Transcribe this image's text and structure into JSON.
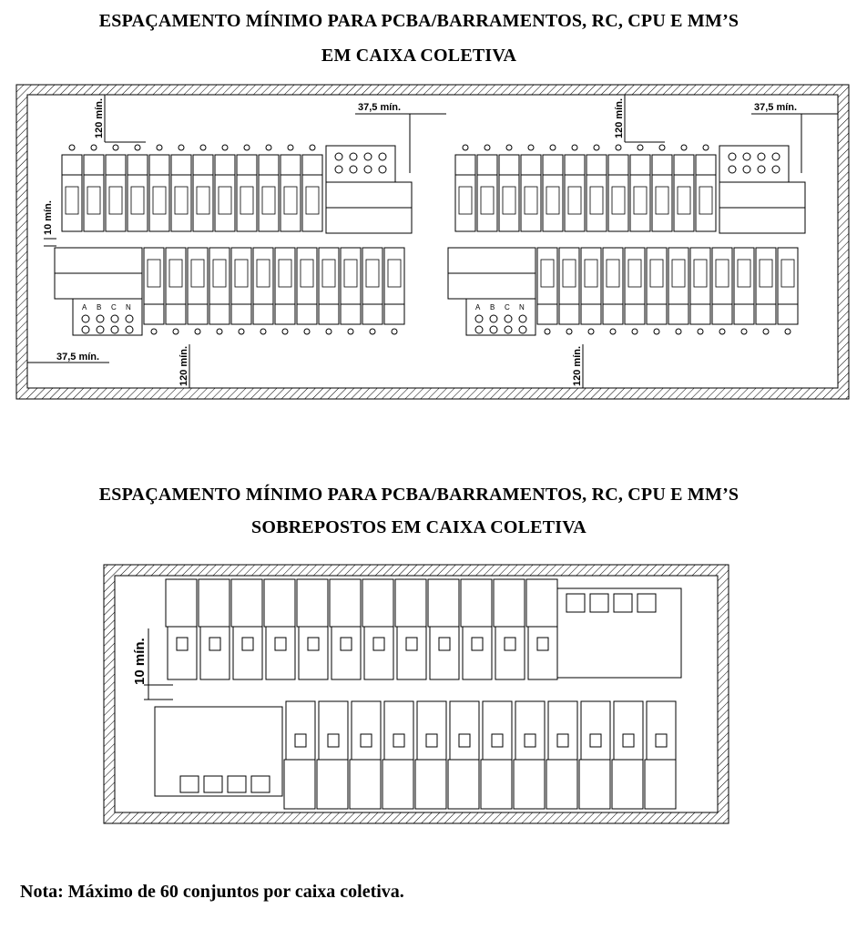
{
  "section1": {
    "title_line1": "ESPAÇAMENTO MÍNIMO PARA PCBA/BARRAMENTOS, RC, CPU E MM’S",
    "title_line2": "EM CAIXA COLETIVA",
    "dims": {
      "top_vertical": "120 mín.",
      "side_horizontal": "37,5 mín.",
      "gap_vertical": "10 mín.",
      "bottom_vertical": "120 mín.",
      "bottom_horizontal": "37,5 mín."
    },
    "phase_labels_top": [
      "A",
      "B",
      "C",
      "N"
    ],
    "phase_labels_bottom": [
      "A",
      "B",
      "C",
      "N"
    ]
  },
  "section2": {
    "title_line1": "ESPAÇAMENTO MÍNIMO PARA PCBA/BARRAMENTOS, RC, CPU E MM’S",
    "title_line2": "SOBREPOSTOS EM CAIXA COLETIVA",
    "dims": {
      "gap_vertical": "10 mín."
    }
  },
  "note": "Nota: Máximo de 60 conjuntos por caixa coletiva."
}
